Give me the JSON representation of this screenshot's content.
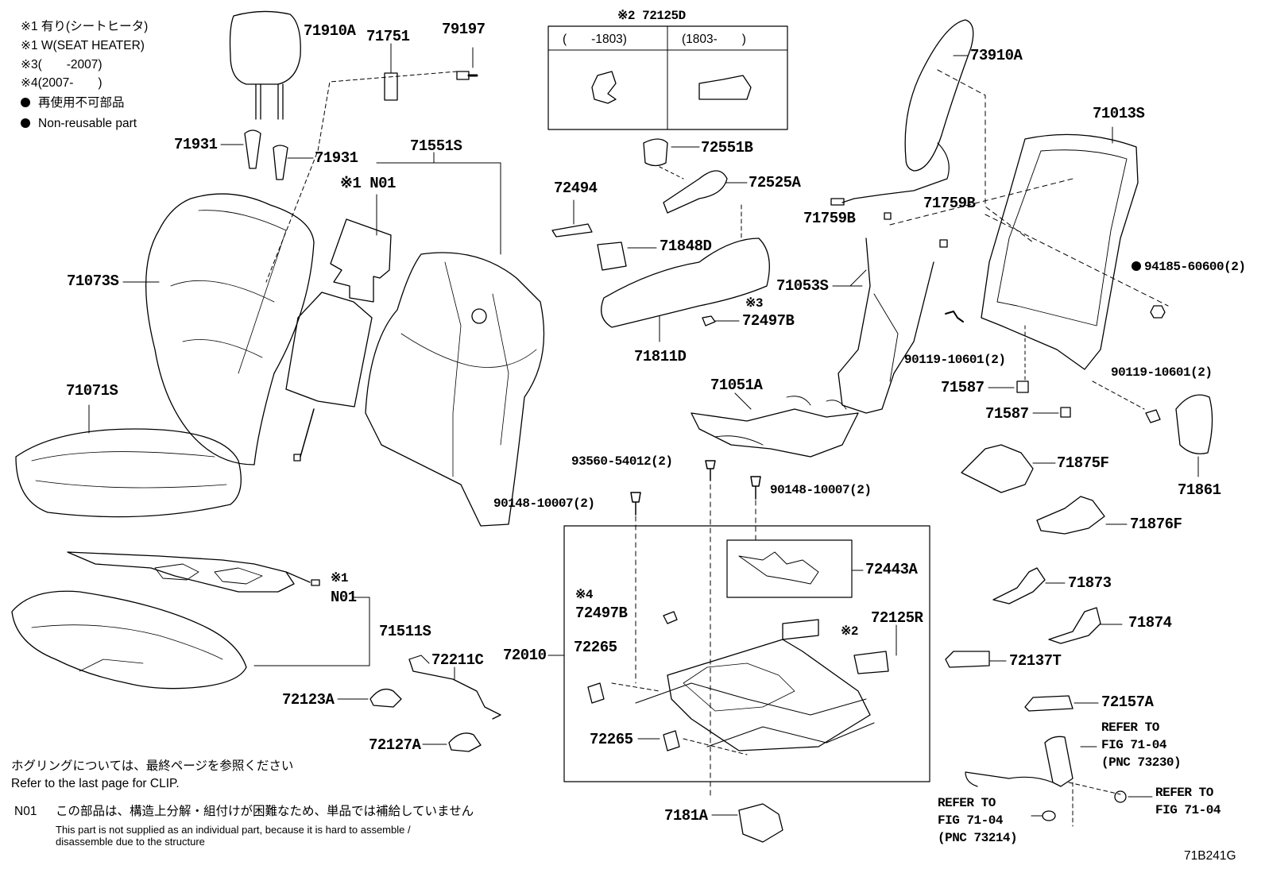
{
  "legend": {
    "note1_jp": "※1 有り(シートヒータ)",
    "note1_en": "※1 W(SEAT HEATER)",
    "note3": "※3(　　-2007)",
    "note4": "※4(2007-　　)",
    "nonreuse_jp": "再使用不可部品",
    "nonreuse_en": "Non-reusable part"
  },
  "inset_72125D": {
    "title": "※2 72125D",
    "col1": "(　　-1803)",
    "col2": "(1803-　　)"
  },
  "parts": {
    "p71910A": "71910A",
    "p71751": "71751",
    "p79197": "79197",
    "p71931a": "71931",
    "p71931b": "71931",
    "p71551S": "71551S",
    "n01_top": "※1 N01",
    "p71073S": "71073S",
    "p71071S": "71071S",
    "p72494": "72494",
    "p72551B": "72551B",
    "p72525A": "72525A",
    "p71848D": "71848D",
    "note3_mark": "※3",
    "p72497B_top": "72497B",
    "p71811D": "71811D",
    "p73910A": "73910A",
    "p71013S": "71013S",
    "p71759B_a": "71759B",
    "p71759B_b": "71759B",
    "p94185": "94185-60600(2)",
    "p71053S": "71053S",
    "p90119_a": "90119-10601(2)",
    "p90119_b": "90119-10601(2)",
    "p71587_a": "71587",
    "p71587_b": "71587",
    "p71861": "71861",
    "p71051A": "71051A",
    "p93560": "93560-54012(2)",
    "p90148_a": "90148-10007(2)",
    "p90148_b": "90148-10007(2)",
    "p71875F": "71875F",
    "p71876F": "71876F",
    "p72443A": "72443A",
    "n01_mark": "※1",
    "n01_bottom": "N01",
    "p71511S": "71511S",
    "note4_mark": "※4",
    "p72497B_bot": "72497B",
    "p72010": "72010",
    "p72265_a": "72265",
    "p72265_b": "72265",
    "note2_mark": "※2",
    "p72125R": "72125R",
    "p71873": "71873",
    "p71874": "71874",
    "p72211C": "72211C",
    "p72123A": "72123A",
    "p72127A": "72127A",
    "p72137T": "72137T",
    "p72157A": "72157A",
    "p7181A": "7181A",
    "refer1_a": "REFER TO",
    "refer1_b": "FIG 71-04",
    "refer1_c": "(PNC 73230)",
    "refer2_a": "REFER TO",
    "refer2_b": "FIG 71-04",
    "refer3_a": "REFER TO",
    "refer3_b": "FIG 71-04",
    "refer3_c": "(PNC 73214)"
  },
  "footer": {
    "clip_jp": "ホグリングについては、最終ページを参照ください",
    "clip_en": "Refer to the last page for CLIP.",
    "n01_label": "N01",
    "n01_jp": "この部品は、構造上分解・組付けが困難なため、単品では補給していません",
    "n01_en1": "This part is not supplied as an individual part, because it is hard to assemble /",
    "n01_en2": "disassemble due to the structure",
    "fig_code": "71B241G"
  }
}
